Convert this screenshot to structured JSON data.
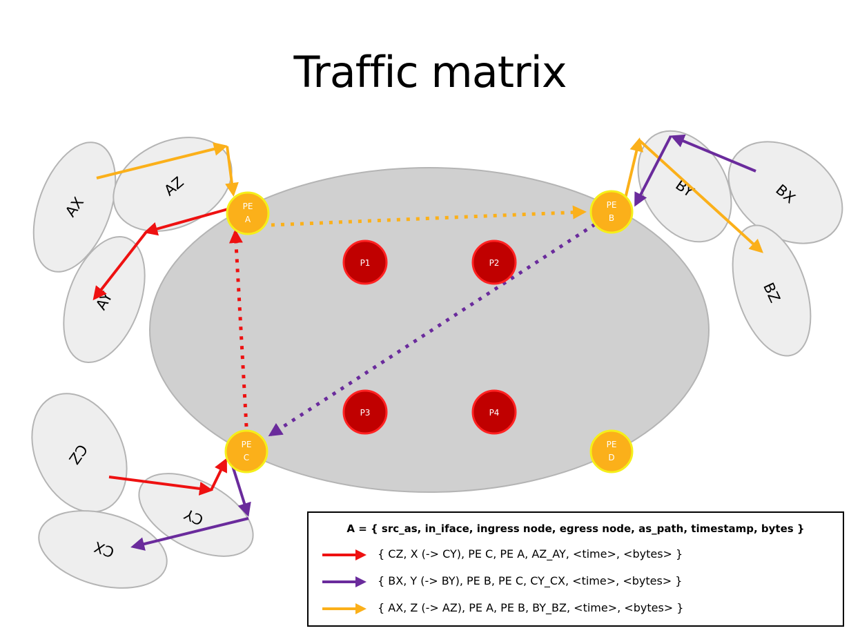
{
  "title": "Traffic matrix",
  "colors": {
    "red": "#ee1111",
    "purple": "#6a2b9c",
    "orange": "#fbb01a",
    "pe_fill": "#fbb01a",
    "pe_stroke": "#f5ef1a",
    "p_fill": "#c00000",
    "p_stroke": "#ff2222",
    "core_fill": "#d0d0d0",
    "cloud_fill": "#eeeeee",
    "cloud_stroke": "#b4b4b4"
  },
  "pe_nodes": {
    "a": {
      "line1": "PE",
      "line2": "A"
    },
    "b": {
      "line1": "PE",
      "line2": "B"
    },
    "c": {
      "line1": "PE",
      "line2": "C"
    },
    "d": {
      "line1": "PE",
      "line2": "D"
    }
  },
  "p_nodes": {
    "p1": "P1",
    "p2": "P2",
    "p3": "P3",
    "p4": "P4"
  },
  "clouds": {
    "ax": "AX",
    "az": "AZ",
    "ay": "AY",
    "by": "BY",
    "bx": "BX",
    "bz": "BZ",
    "cz": "CZ",
    "cy": "CY",
    "cx": "CX"
  },
  "legend": {
    "header": "A = { src_as, in_iface, ingress node, egress node, as_path, timestamp, bytes }",
    "rows": [
      {
        "color": "red",
        "text": "{ CZ, X (-> CY), PE C, PE A, AZ_AY, <time>, <bytes> }"
      },
      {
        "color": "purple",
        "text": "{ BX, Y (-> BY), PE B, PE C, CY_CX, <time>, <bytes> }"
      },
      {
        "color": "orange",
        "text": "{ AX, Z (-> AZ), PE A, PE B, BY_BZ, <time>, <bytes> }"
      }
    ]
  }
}
